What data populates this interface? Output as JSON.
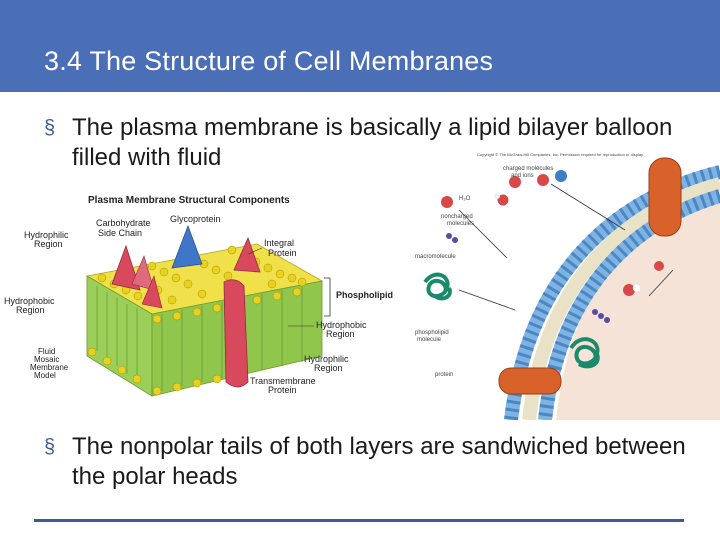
{
  "slide": {
    "title": "3.4 The Structure of Cell Membranes",
    "bullets": [
      "The plasma membrane is basically a lipid bilayer balloon filled with fluid",
      "The nonpolar tails of both layers are sandwiched between the polar heads"
    ],
    "bullet_marker": "§"
  },
  "figure_left": {
    "title": "Plasma Membrane Structural Components",
    "labels": {
      "glycoprotein": "Glycoprotein",
      "carbohydrate": "Carbohydrate",
      "side_chain": "Side Chain",
      "hydrophilic": "Hydrophilic",
      "region": "Region",
      "integral": "Integral",
      "protein": "Protein",
      "phospholipid": "Phospholipid",
      "hydrophobic": "Hydrophobic",
      "fluid": "Fluid",
      "mosaic": "Mosaic",
      "membrane": "Membrane",
      "model": "Model",
      "transmembrane": "Transmembrane"
    }
  },
  "figure_right": {
    "copyright": "Copyright © The McGraw-Hill Companies, Inc. Permission required for reproduction or display.",
    "labels": {
      "charged_1": "charged molecules",
      "charged_2": "and ions",
      "water": "H₂O",
      "nonpolar_1": "noncharged",
      "nonpolar_2": "molecules",
      "macromolecule": "macromolecule",
      "phospholipid_1": "phospholipid",
      "phospholipid_2": "molecule",
      "protein": "protein"
    }
  },
  "colors": {
    "title_bar": "#4a6fb6",
    "bullet_marker": "#3d5b98",
    "rule": "#3d5b98",
    "lipid_head": "#e8d21f",
    "protein_red": "#d9495e",
    "glycoprotein_blue": "#3f76c8",
    "membrane_blue": "#6fa8dc",
    "channel_orange": "#d9622b"
  }
}
